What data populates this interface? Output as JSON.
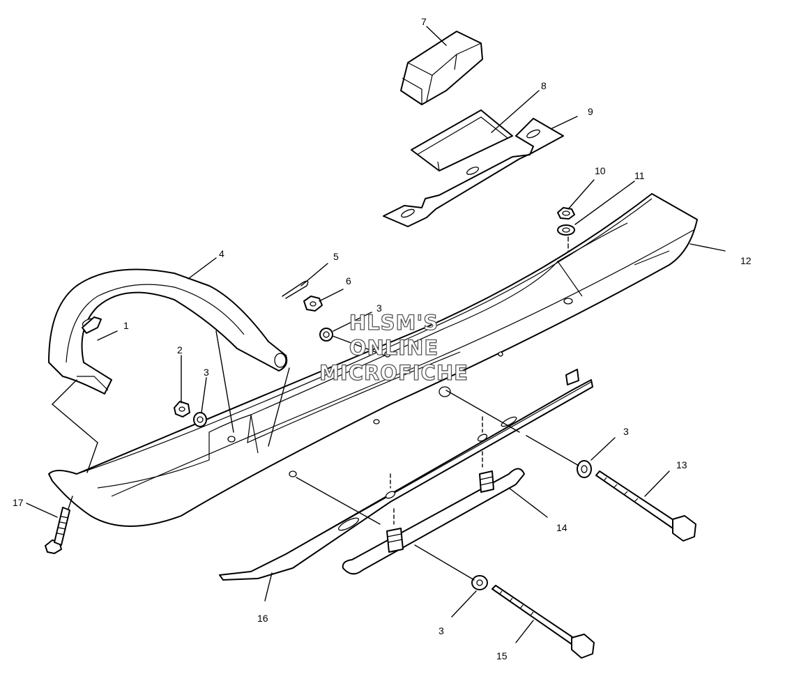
{
  "callouts": [
    {
      "id": "c7",
      "text": "7"
    },
    {
      "id": "c8",
      "text": "8"
    },
    {
      "id": "c9",
      "text": "9"
    },
    {
      "id": "c10",
      "text": "10"
    },
    {
      "id": "c11",
      "text": "11"
    },
    {
      "id": "c12",
      "text": "12"
    },
    {
      "id": "c4",
      "text": "4"
    },
    {
      "id": "c5",
      "text": "5"
    },
    {
      "id": "c6",
      "text": "6"
    },
    {
      "id": "c3a",
      "text": "3"
    },
    {
      "id": "c1",
      "text": "1"
    },
    {
      "id": "c2",
      "text": "2"
    },
    {
      "id": "c3b",
      "text": "3"
    },
    {
      "id": "c3c",
      "text": "3"
    },
    {
      "id": "c13",
      "text": "13"
    },
    {
      "id": "c17",
      "text": "17"
    },
    {
      "id": "c14",
      "text": "14"
    },
    {
      "id": "c16",
      "text": "16"
    },
    {
      "id": "c3d",
      "text": "3"
    },
    {
      "id": "c15",
      "text": "15"
    }
  ],
  "watermark": {
    "line1": "HLSM'S",
    "line2": "ONLINE",
    "line3": "MICROFICHE"
  },
  "colors": {
    "ink": "#000000",
    "paper": "#ffffff"
  }
}
